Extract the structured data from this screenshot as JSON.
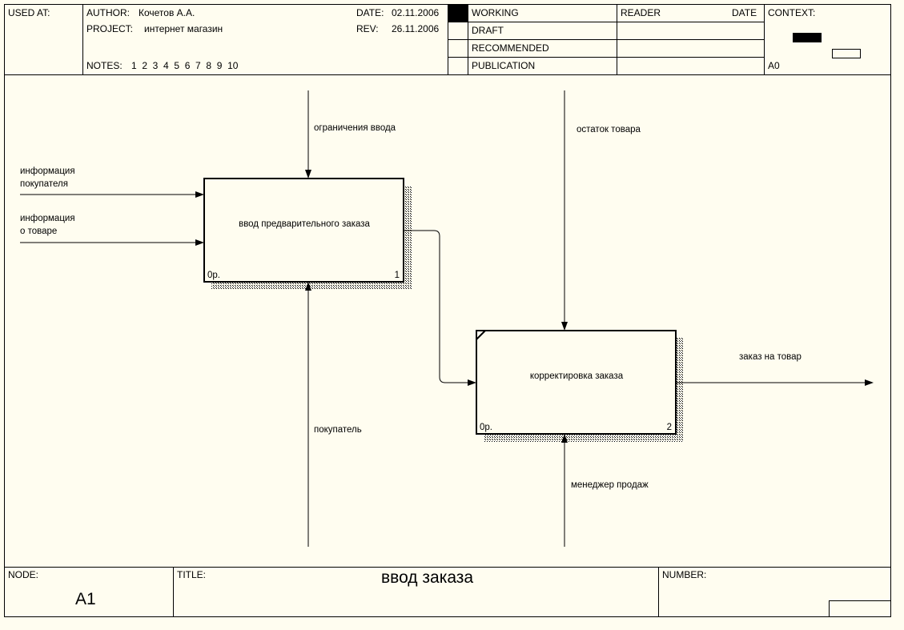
{
  "header": {
    "used_at_label": "USED AT:",
    "author_label": "AUTHOR:",
    "author_value": "Кочетов А.А.",
    "project_label": "PROJECT:",
    "project_value": "интернет магазин",
    "date_label": "DATE:",
    "date_value": "02.11.2006",
    "rev_label": "REV:",
    "rev_value": "26.11.2006",
    "notes_label": "NOTES:",
    "notes_numbers": "1  2  3  4  5  6  7  8  9  10",
    "status": [
      "WORKING",
      "DRAFT",
      "RECOMMENDED",
      "PUBLICATION"
    ],
    "reader_label": "READER",
    "reader_date_label": "DATE",
    "context_label": "CONTEXT:",
    "context_node": "A0"
  },
  "diagram": {
    "boxes": [
      {
        "label": "ввод предварительного заказа",
        "cost": "0р.",
        "number": "1"
      },
      {
        "label": "корректировка заказа",
        "cost": "0р.",
        "number": "2"
      }
    ],
    "arrows": {
      "input_1": "информация\nпокупателя",
      "input_2": "информация\nо товаре",
      "control_1": "ограничения ввода",
      "control_2": "остаток товара",
      "mechanism_1": "покупатель",
      "mechanism_2": "менеджер продаж",
      "output": "заказ на товар"
    }
  },
  "footer": {
    "node_label": "NODE:",
    "node_value": "A1",
    "title_label": "TITLE:",
    "title_value": "ввод заказа",
    "number_label": "NUMBER:"
  }
}
